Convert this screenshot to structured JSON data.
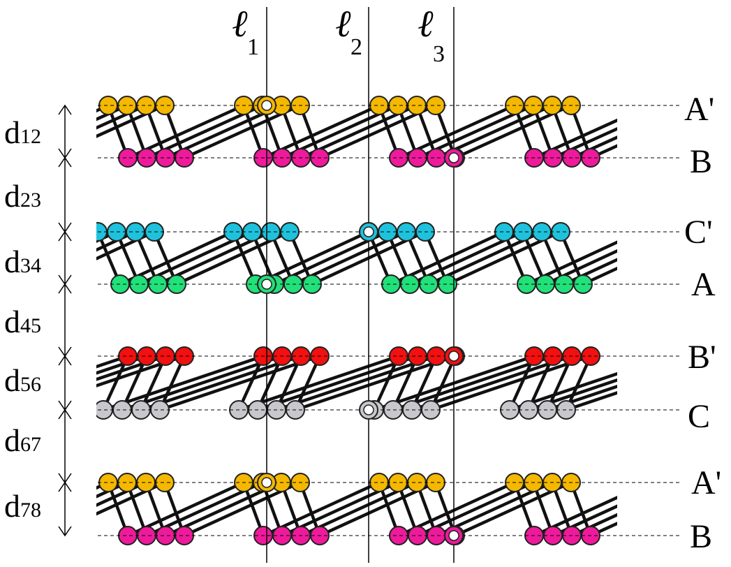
{
  "diagram": {
    "layers": [
      {
        "label": "A'",
        "color": "#f5b800"
      },
      {
        "label": "B",
        "color": "#ee1a9b"
      },
      {
        "label": "C'",
        "color": "#1ec2dc"
      },
      {
        "label": "A",
        "color": "#22e07a"
      },
      {
        "label": "B'",
        "color": "#f21010"
      },
      {
        "label": "C",
        "color": "#c8c8cc"
      },
      {
        "label": "A'",
        "color": "#f5b800"
      },
      {
        "label": "B",
        "color": "#ee1a9b"
      }
    ],
    "lines": [
      {
        "symbol": "ℓ",
        "sub": "1"
      },
      {
        "symbol": "ℓ",
        "sub": "2"
      },
      {
        "symbol": "ℓ",
        "sub": "3"
      }
    ],
    "spacings": [
      {
        "main": "d",
        "sub": "12"
      },
      {
        "main": "d",
        "sub": "23"
      },
      {
        "main": "d",
        "sub": "34"
      },
      {
        "main": "d",
        "sub": "45"
      },
      {
        "main": "d",
        "sub": "56"
      },
      {
        "main": "d",
        "sub": "67"
      },
      {
        "main": "d",
        "sub": "78"
      }
    ]
  }
}
